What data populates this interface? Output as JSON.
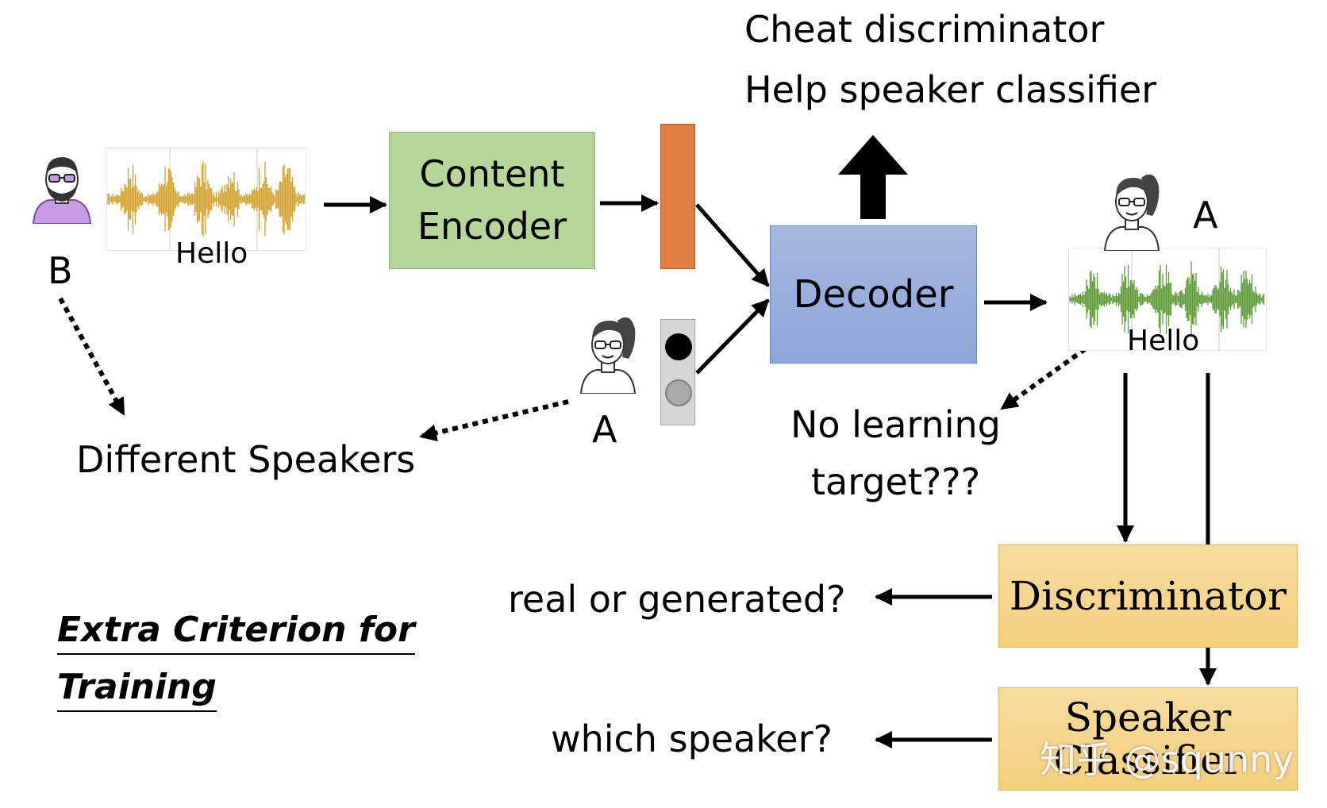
{
  "top_note": {
    "line1": "Cheat discriminator",
    "line2": "Help speaker classifier"
  },
  "speakers": {
    "source_label": "B",
    "target_label_top": "A",
    "target_label_middle": "A"
  },
  "waveforms": {
    "input_word": "Hello",
    "output_word": "Hello",
    "input_color": "#d4a22e",
    "output_color": "#5b9a34"
  },
  "blocks": {
    "content_encoder": {
      "line1": "Content",
      "line2": "Encoder"
    },
    "decoder": "Decoder",
    "discriminator": "Discriminator",
    "speaker_classifier": {
      "line1": "Speaker",
      "line2": "Classifier"
    }
  },
  "annotations": {
    "different_speakers": "Different Speakers",
    "no_target_line1": "No learning",
    "no_target_line2": "target???",
    "real_or_generated": "real or generated?",
    "which_speaker": "which speaker?",
    "extra_line1": "Extra Criterion for",
    "extra_line2": "Training"
  },
  "watermark": "知乎 @squnny",
  "colors": {
    "content_encoder": "#b6d69a",
    "decoder": "#98acdc",
    "discriminator": "#f6d38a",
    "content_vector": "#df7e40",
    "speaker_vector": "#d6d6d6",
    "avatar_b": "#c79be6"
  }
}
